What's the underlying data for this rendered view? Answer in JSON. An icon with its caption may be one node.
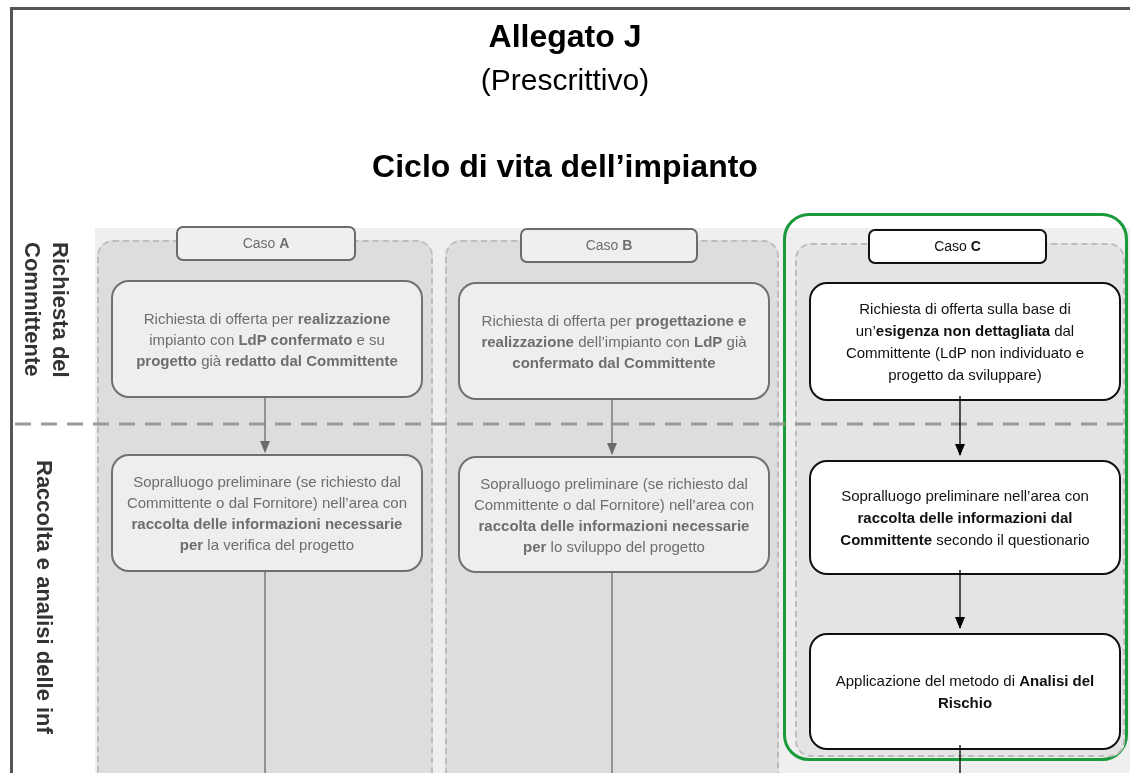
{
  "diagram": {
    "title": "Allegato J",
    "nodes": [
      {
        "text": [],
        "shape": "box"
      },
      {
        "text": [
          "Caso **A**"
        ]
      },
      {
        "text": [
          "Richiesta di offerta per **realizzazione** impianto con **LdP confermato** e su **progetto** già **redatto dal Committente**"
        ],
        "in": 0
      },
      {
        "text": [
          "Sopralluogo preliminare (se richiesto dal Committente o dal Fornitore) nell’area con **raccolta delle informazioni necessarie per** la verifica del progetto"
        ],
        "in": 0
      },
      {
        "text": [],
        "shape": "box"
      },
      {
        "text": [
          "Caso **B**"
        ]
      },
      {
        "text": [
          "Richiesta di offerta per **progettazione e realizzazione** dell’impianto con **LdP** già **confermato dal Committente**"
        ],
        "in": 4
      },
      {
        "text": [
          "Sopralluogo preliminare (se richiesto dal Committente o dal Fornitore) nell’area con **raccolta delle informazioni necessarie per** lo sviluppo del progetto"
        ],
        "in": 4
      },
      {
        "text": [],
        "shape": "box"
      },
      {
        "text": [],
        "shape": "box",
        "in": 8
      },
      {
        "text": [
          "Caso **C**"
        ],
        "in": 8
      },
      {
        "text": [
          "Richiesta di offerta sulla base di un’**esigenza non dettagliata** dal Committente (LdP non individuato e progetto da sviluppare)"
        ],
        "in": 9
      },
      {
        "text": [
          "Sopralluogo preliminare nell’area con **raccolta delle informazioni dal Committente** secondo il questionario"
        ],
        "in": 9
      },
      {
        "text": [
          "Applicazione del metodo di **Analisi del Rischio**"
        ],
        "in": 9
      }
    ],
    "edges": [
      {
        "from": 2,
        "to": 3,
        "arrow": "to"
      },
      {
        "from": 3,
        "to": null,
        "arrow": "none"
      },
      {
        "from": 6,
        "to": 7,
        "arrow": "to"
      },
      {
        "from": 7,
        "to": null,
        "arrow": "none"
      },
      {
        "from": 11,
        "to": 12,
        "arrow": "to",
        "color": "#000000"
      },
      {
        "from": 12,
        "to": 13,
        "arrow": "to",
        "color": "#000000"
      },
      {
        "from": 13,
        "to": null,
        "arrow": "none",
        "color": "#000000"
      }
    ],
    "labels": [
      "(Prescrittivo)",
      "Ciclo di vita dell’impianto",
      "Richiesta del Committente",
      "Raccolta e analisi delle inf"
    ]
  }
}
